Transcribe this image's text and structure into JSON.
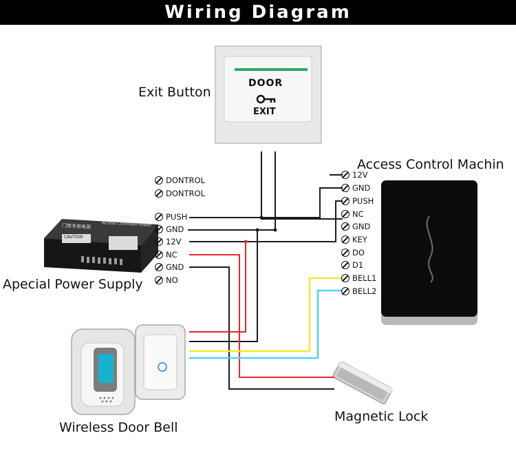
{
  "header": {
    "title": "Wiring Diagram"
  },
  "labels": {
    "exit_button": "Exit Button",
    "access_control": "Access Control Machin",
    "power_supply": "Apecial Power Supply",
    "door_bell": "Wireless Door Bell",
    "magnetic_lock": "Magnetic Lock"
  },
  "exit_button_face": {
    "line1": "DOOR",
    "line2": "EXIT"
  },
  "power_supply_device": {
    "title_cn": "门禁专用电源",
    "title_en": "Access Controller Power",
    "caution": "CAUTION"
  },
  "power_terminals": [
    "DONTROL",
    "DONTROL",
    "PUSH",
    "GND",
    "12V",
    "NC",
    "GND",
    "NO"
  ],
  "access_terminals": [
    "12V",
    "GND",
    "PUSH",
    "NC",
    "GND",
    "KEY",
    "DO",
    "D1",
    "BELL1",
    "BELL2"
  ],
  "wire_colors": {
    "black": "#1a1a1a",
    "red": "#e8262b",
    "yellow": "#f7e53b",
    "cyan": "#4fd3ef"
  }
}
